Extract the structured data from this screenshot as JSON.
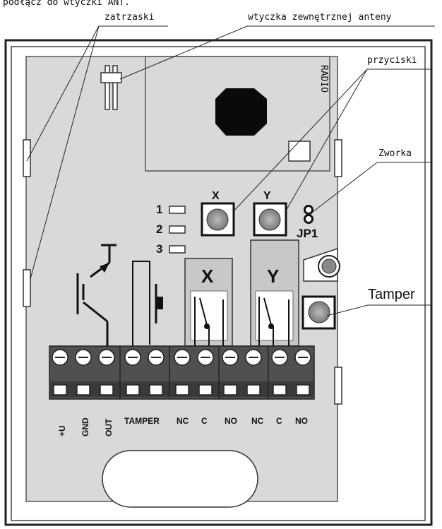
{
  "header_text": "podłącz do wtyczki ANT.",
  "callouts": {
    "latches": "zatrzaski",
    "antenna_plug": "wtyczka zewnętrznej anteny",
    "buttons": "przyciski",
    "jumper": "Zworka",
    "tamper": "Tamper"
  },
  "radio_module_label": "RADIO",
  "buttons": {
    "x": "X",
    "y": "Y"
  },
  "jumper_label": "JP1",
  "leds": [
    "1",
    "2",
    "3"
  ],
  "relays": {
    "x": "X",
    "y": "Y"
  },
  "terminals": [
    "+U",
    "GND",
    "OUT",
    "TAMPER",
    "NC",
    "C",
    "NO",
    "NC",
    "C",
    "NO"
  ]
}
